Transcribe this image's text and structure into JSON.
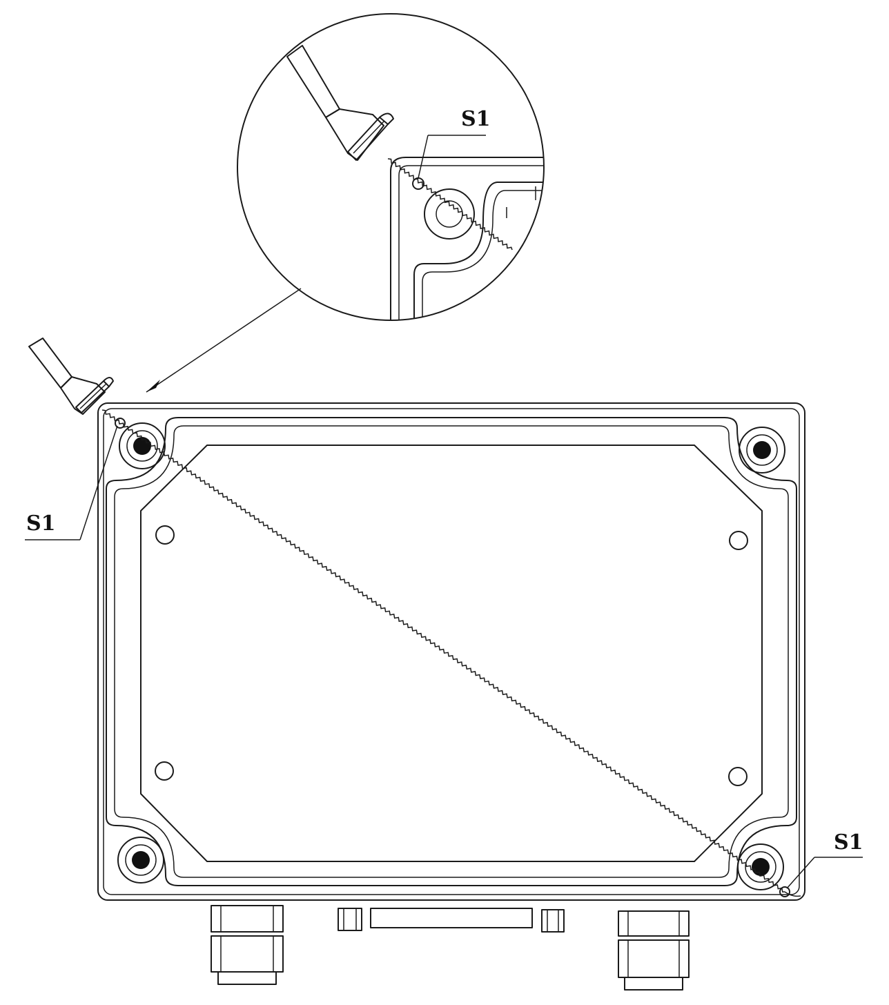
{
  "labels": {
    "detail_label": "S1",
    "left_label": "S1",
    "right_label": "S1"
  },
  "icons": {
    "seal_tool": "lead-seal-pliers-icon",
    "seal_wire": "twisted-seal-wire-icon"
  },
  "colors": {
    "line": "#1a1a1a",
    "background": "#ffffff"
  }
}
